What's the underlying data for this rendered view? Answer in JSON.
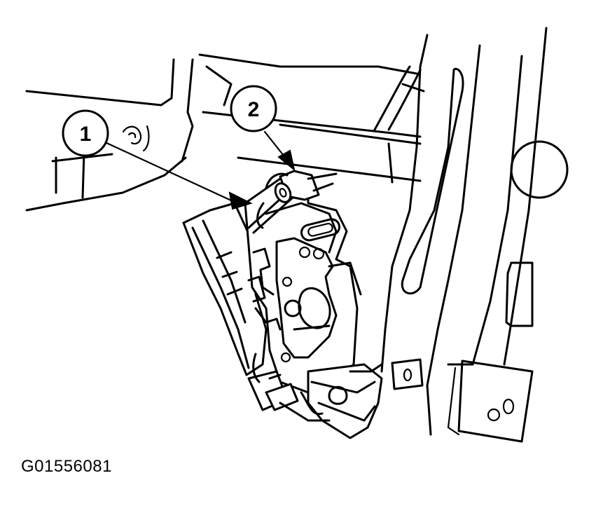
{
  "figure": {
    "id_label": "G01556081",
    "callouts": [
      {
        "label": "1"
      },
      {
        "label": "2"
      }
    ]
  }
}
